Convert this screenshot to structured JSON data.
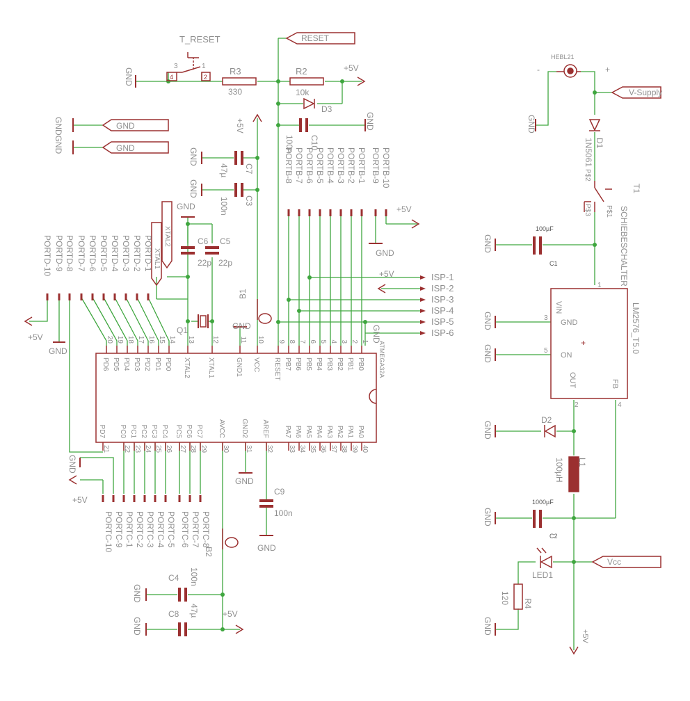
{
  "colors": {
    "wire": "#3fa63f",
    "symbol": "#9b3030",
    "text": "#8f8f8f",
    "junction": "#3fa63f"
  },
  "mcu": {
    "name": "ATMEGA32A"
  },
  "pins_top": [
    {
      "num": "20",
      "name": "PD6"
    },
    {
      "num": "19",
      "name": "PD5"
    },
    {
      "num": "18",
      "name": "PD4"
    },
    {
      "num": "17",
      "name": "PD3"
    },
    {
      "num": "16",
      "name": "PD2"
    },
    {
      "num": "15",
      "name": "PD1"
    },
    {
      "num": "14",
      "name": "PD0"
    },
    {
      "num": "13",
      "name": "XTAL2"
    },
    {
      "num": "12",
      "name": "XTAL1"
    },
    {
      "num": "11",
      "name": "GND1"
    },
    {
      "num": "10",
      "name": "VCC"
    },
    {
      "num": "9",
      "name": "RESET"
    },
    {
      "num": "8",
      "name": "PB7"
    },
    {
      "num": "7",
      "name": "PB6"
    },
    {
      "num": "6",
      "name": "PB5"
    },
    {
      "num": "5",
      "name": "PB4"
    },
    {
      "num": "4",
      "name": "PB3"
    },
    {
      "num": "3",
      "name": "PB2"
    },
    {
      "num": "2",
      "name": "PB1"
    },
    {
      "num": "1",
      "name": "PB0"
    }
  ],
  "pins_bottom": [
    {
      "num": "21",
      "name": "PD7"
    },
    {
      "num": "22",
      "name": "PC0"
    },
    {
      "num": "23",
      "name": "PC1"
    },
    {
      "num": "24",
      "name": "PC2"
    },
    {
      "num": "25",
      "name": "PC3"
    },
    {
      "num": "26",
      "name": "PC4"
    },
    {
      "num": "27",
      "name": "PC5"
    },
    {
      "num": "28",
      "name": "PC6"
    },
    {
      "num": "29",
      "name": "PC7"
    },
    {
      "num": "30",
      "name": "AVCC"
    },
    {
      "num": "31",
      "name": "GND2"
    },
    {
      "num": "32",
      "name": "AREF"
    },
    {
      "num": "33",
      "name": "PA7"
    },
    {
      "num": "34",
      "name": "PA6"
    },
    {
      "num": "35",
      "name": "PA5"
    },
    {
      "num": "36",
      "name": "PA4"
    },
    {
      "num": "37",
      "name": "PA3"
    },
    {
      "num": "38",
      "name": "PA2"
    },
    {
      "num": "39",
      "name": "PA1"
    },
    {
      "num": "40",
      "name": "PA0"
    }
  ],
  "portd_labels": [
    "PORTD-10",
    "PORTD-9",
    "PORTD-8",
    "PORTD-7",
    "PORTD-6",
    "PORTD-5",
    "PORTD-4",
    "PORTD-3",
    "PORTD-2",
    "PORTD-1"
  ],
  "portb_labels": [
    "PORTB-8",
    "PORTB-7",
    "PORTB-6",
    "PORTB-5",
    "PORTB-4",
    "PORTB-3",
    "PORTB-2",
    "PORTB-1",
    "PORTB-9",
    "PORTB-10"
  ],
  "portc_labels": [
    "PORTC-10",
    "PORTC-9",
    "PORTC-1",
    "PORTC-2",
    "PORTC-3",
    "PORTC-4",
    "PORTC-5",
    "PORTC-6",
    "PORTC-7",
    "PORTC-8"
  ],
  "isp_labels": [
    "ISP-1",
    "ISP-2",
    "ISP-3",
    "ISP-4",
    "ISP-5",
    "ISP-6"
  ],
  "labels": {
    "t_reset": "T_RESET",
    "sw_pin3": "3",
    "sw_pin1": "1",
    "sw_pin4": "4",
    "sw_pin2": "2",
    "r3": "R3",
    "r3_val": "330",
    "r2": "R2",
    "r2_val": "10k",
    "d3": "D3",
    "reset_flag": "RESET",
    "c10": "C10",
    "c10_val": "100n",
    "c7": "C7",
    "c7_val": "47µ",
    "c3": "C3",
    "c3_val": "100n",
    "c6": "C6",
    "c6_val": "22p",
    "c5": "C5",
    "c5_val": "22p",
    "xtal1": "XTAL1",
    "xtal2": "XTAL2",
    "q1": "Q1",
    "b1": "B1",
    "b2": "B2",
    "c9": "C9",
    "c9_val": "100n",
    "c4": "C4",
    "c4_val": "100n",
    "c8": "C8",
    "c8_val": "47µ",
    "gnd": "GND",
    "gndgnd": "GNDGND",
    "p5v": "+5V",
    "hebl21": "HEBL21",
    "minus": "-",
    "plus": "+",
    "vsupply": "V-Supply",
    "d1": "D1",
    "d1_val": "1N5061",
    "t1": "T1",
    "t1_type": "SCHIEBESCHALTER",
    "ps2": "P$2",
    "ps3": "P$3",
    "ps1": "P$1",
    "c1": "C1",
    "c1_val": "100µF",
    "c2": "C2",
    "c2_val": "1000µF",
    "reg": "LM2576_T5.0",
    "reg_vin": "VIN",
    "reg_gnd": "GND",
    "reg_on": "ON",
    "reg_out": "OUT",
    "reg_fb": "FB",
    "reg_p1": "1",
    "reg_p3": "3",
    "reg_p5": "5",
    "reg_p2": "2",
    "reg_p4": "4",
    "d2": "D2",
    "l1": "L1",
    "l1_val": "100µH",
    "led1": "LED1",
    "r4": "R4",
    "r4_val": "120",
    "vcc": "Vcc"
  }
}
